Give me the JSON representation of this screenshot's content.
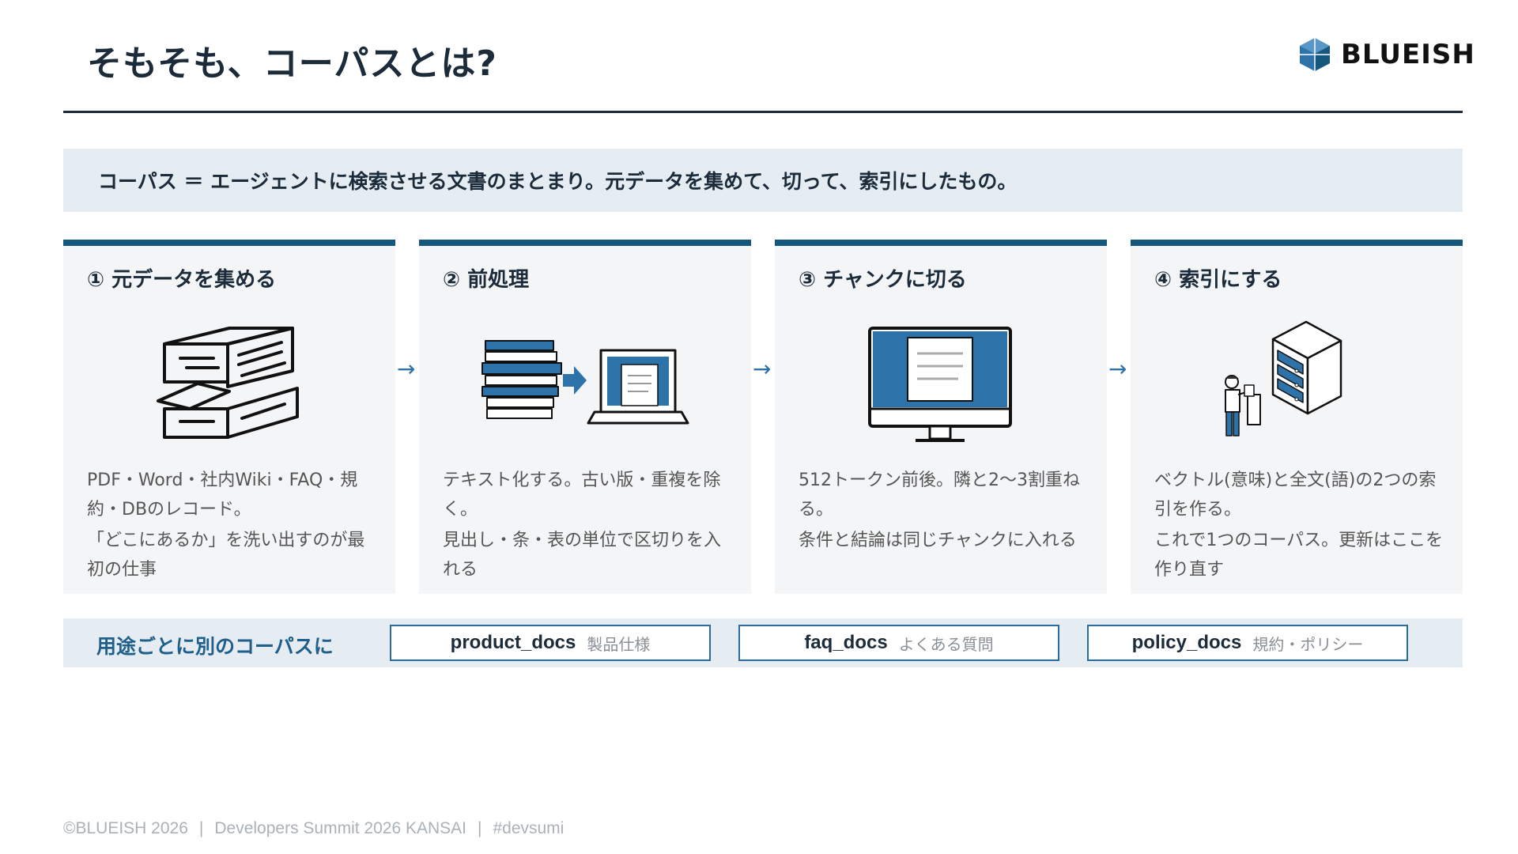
{
  "header": {
    "title": "そもそも、コーパスとは?",
    "logo_text": "BLUEISH"
  },
  "definition": "コーパス ＝ エージェントに検索させる文書のまとまり。元データを集めて、切って、索引にしたもの。",
  "steps": [
    {
      "title": "① 元データを集める",
      "icon": "document-stack-icon",
      "lines": [
        "PDF・Word・社内Wiki・FAQ・規約・DBのレコード。",
        "「どこにあるか」を洗い出すのが最初の仕事"
      ]
    },
    {
      "title": "② 前処理",
      "icon": "books-to-laptop-icon",
      "lines": [
        "テキスト化する。古い版・重複を除く。",
        "見出し・条・表の単位で区切りを入れる"
      ]
    },
    {
      "title": "③ チャンクに切る",
      "icon": "monitor-document-icon",
      "lines": [
        "512トークン前後。隣と2〜3割重ねる。",
        "条件と結論は同じチャンクに入れる"
      ]
    },
    {
      "title": "④ 索引にする",
      "icon": "server-person-icon",
      "lines": [
        "ベクトル(意味)と全文(語)の2つの索引を作る。",
        "これで1つのコーパス。更新はここを作り直す"
      ]
    }
  ],
  "arrows": [
    "→",
    "→",
    "→"
  ],
  "usage": {
    "label": "用途ごとに別のコーパスに",
    "corpora": [
      {
        "name": "product_docs",
        "desc": "製品仕様"
      },
      {
        "name": "faq_docs",
        "desc": "よくある質問"
      },
      {
        "name": "policy_docs",
        "desc": "規約・ポリシー"
      }
    ]
  },
  "footer": {
    "copyright": "©BLUEISH 2026",
    "event": "Developers Summit 2026 KANSAI",
    "hashtag": "#devsumi",
    "separator": "|"
  },
  "colors": {
    "accent": "#16577e",
    "icon_blue": "#2d72a8",
    "panel": "#f3f5f7",
    "band": "#e5ecf2",
    "text": "#1c2b3a"
  }
}
